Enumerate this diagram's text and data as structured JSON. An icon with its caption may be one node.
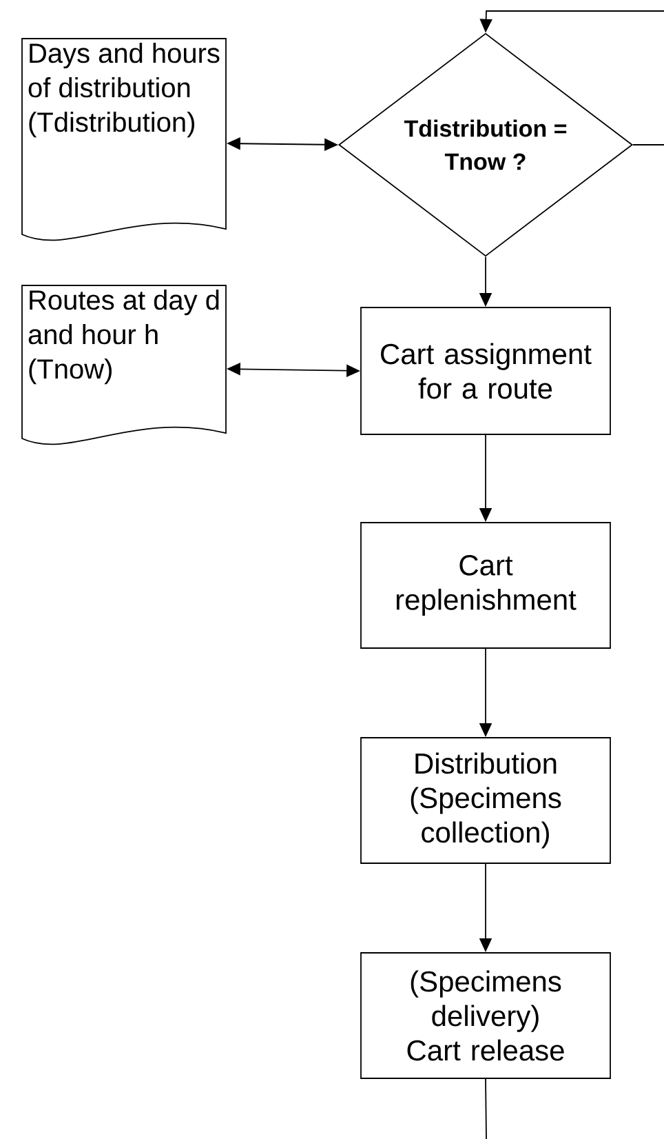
{
  "diagram": {
    "nodes": [
      {
        "text": [
          "Days and hours of distribution (Tdistribution)"
        ]
      },
      {
        "text": [
          "Tdistribution = Tnow ?"
        ]
      },
      {
        "text": [
          "Routes at day d and hour h (Tnow)"
        ]
      },
      {
        "text": [
          "Cart assignment for a route"
        ]
      },
      {
        "text": [
          "Cart replenishment"
        ]
      },
      {
        "text": [
          "Distribution (Specimens collection)"
        ]
      },
      {
        "text": [
          "(Specimens delivery) Cart release"
        ]
      }
    ],
    "edges": [
      {
        "from": 0,
        "to": 1,
        "arrow": "both"
      },
      {
        "from": null,
        "to": 1,
        "arrow": "to"
      },
      {
        "from": 1,
        "to": null,
        "arrow": "none"
      },
      {
        "from": 1,
        "to": 3,
        "arrow": "to"
      },
      {
        "from": 2,
        "to": 3,
        "arrow": "both"
      },
      {
        "from": 3,
        "to": 4,
        "arrow": "to"
      },
      {
        "from": 4,
        "to": 5,
        "arrow": "to"
      },
      {
        "from": 5,
        "to": 6,
        "arrow": "to"
      },
      {
        "from": 6,
        "to": null,
        "arrow": "none"
      }
    ]
  }
}
